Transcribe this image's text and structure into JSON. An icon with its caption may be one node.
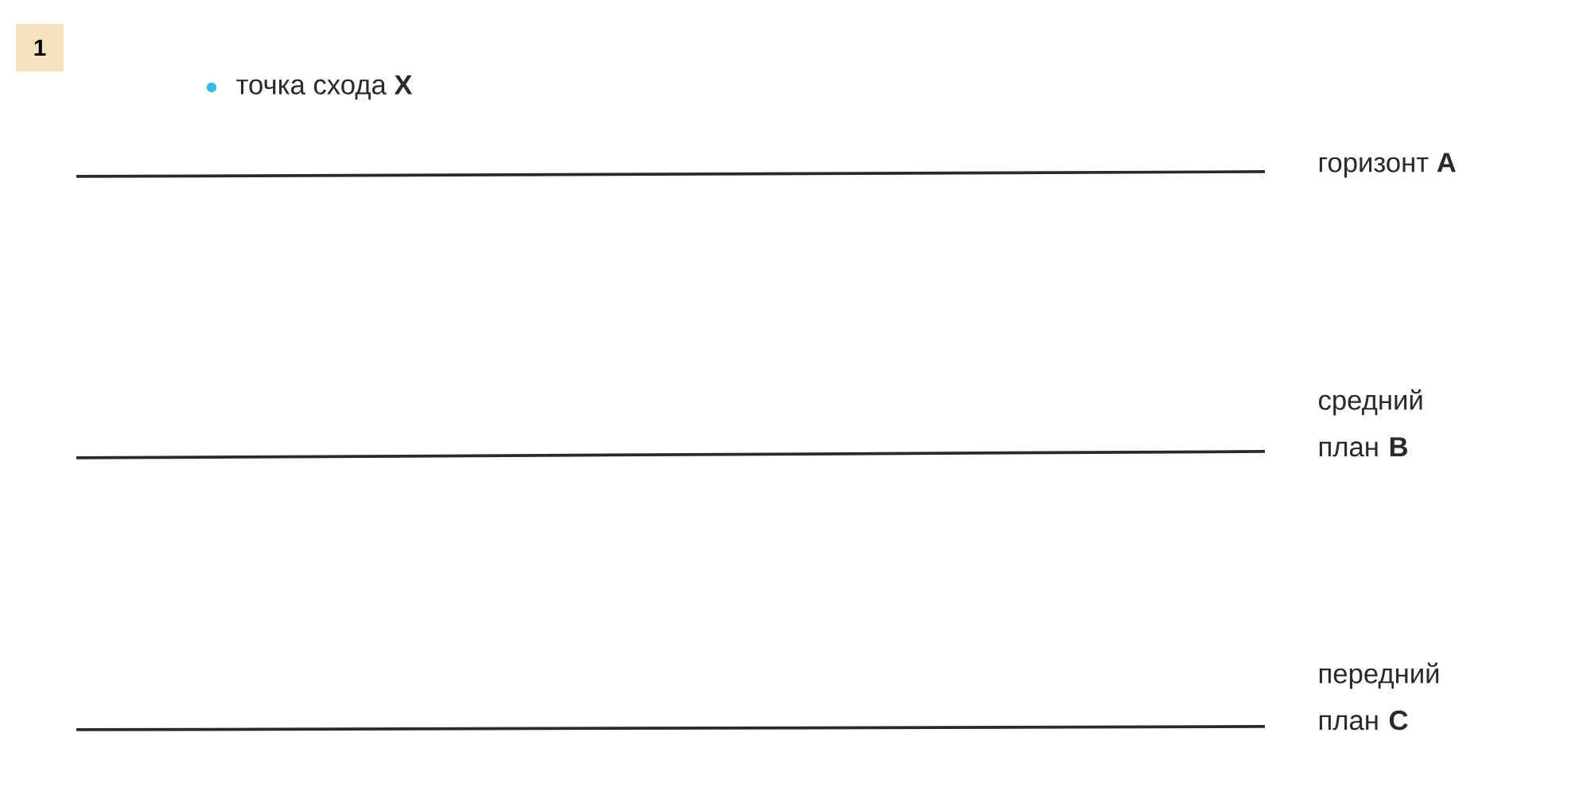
{
  "diagram": {
    "labels": [
      "1",
      "точка схода **X**",
      "горизонт **A**",
      "средний план **B**",
      "передний план **C**"
    ]
  }
}
